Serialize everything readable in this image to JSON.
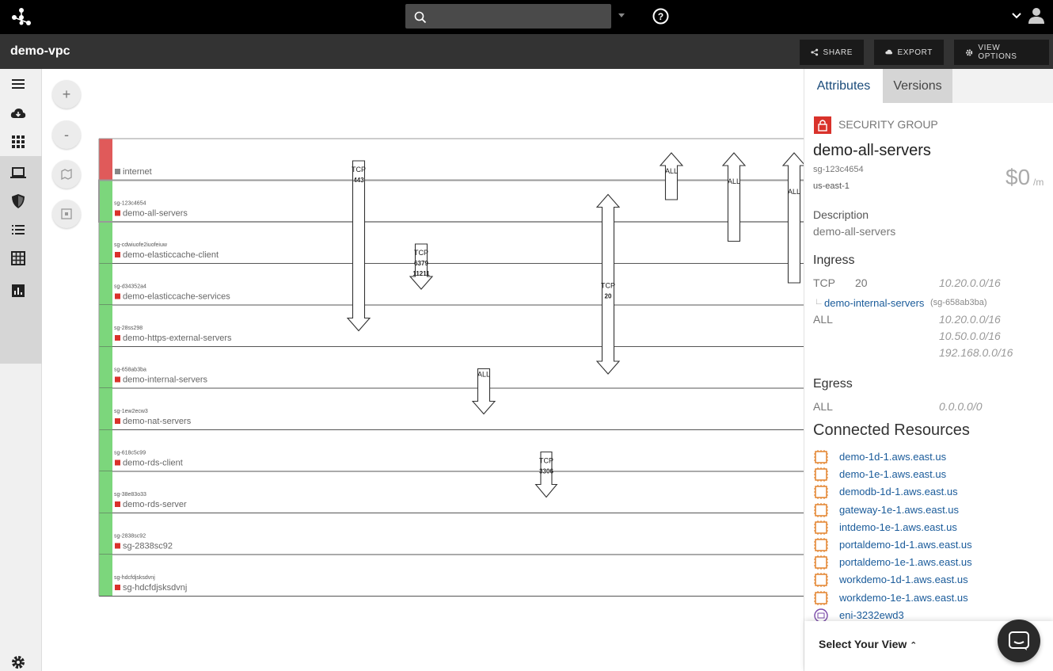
{
  "topbar": {
    "search_placeholder": ""
  },
  "title": "demo-vpc",
  "toolbar": {
    "share": "SHARE",
    "export": "EXPORT",
    "view_options": "VIEW OPTIONS"
  },
  "zoom": {
    "in": "+",
    "out": "-"
  },
  "diagram": {
    "groups": [
      {
        "id": "",
        "name": "internet",
        "status": "red"
      },
      {
        "id": "sg-123c4654",
        "name": "demo-all-servers",
        "status": "green"
      },
      {
        "id": "sg-cdwiuofe2iuofeiuw",
        "name": "demo-elasticcache-client",
        "status": "green"
      },
      {
        "id": "sg-d34352a4",
        "name": "demo-elasticcache-services",
        "status": "green"
      },
      {
        "id": "sg-28ss298",
        "name": "demo-https-external-servers",
        "status": "green"
      },
      {
        "id": "sg-658ab3ba",
        "name": "demo-internal-servers",
        "status": "green"
      },
      {
        "id": "sg-1ew2ecw3",
        "name": "demo-nat-servers",
        "status": "green"
      },
      {
        "id": "sg-618c5c99",
        "name": "demo-rds-client",
        "status": "green"
      },
      {
        "id": "sg-38e83o33",
        "name": "demo-rds-server",
        "status": "green"
      },
      {
        "id": "sg-2838sc92",
        "name": "sg-2838sc92",
        "status": "green"
      },
      {
        "id": "sg-hdcfdjsksdvnj",
        "name": "sg-hdcfdjsksdvnj",
        "status": "green"
      }
    ],
    "flows": [
      {
        "protocol": "TCP",
        "ports": [
          "443"
        ],
        "from": 0,
        "to": 4,
        "dir": "down"
      },
      {
        "protocol": "TCP",
        "ports": [
          "6379",
          "11211"
        ],
        "from": 2,
        "to": 3,
        "dir": "down"
      },
      {
        "protocol": "TCP",
        "ports": [
          "20"
        ],
        "from": 1,
        "to": 5,
        "dir": "both"
      },
      {
        "protocol": "ALL",
        "ports": [],
        "from": 5,
        "to": 6,
        "dir": "down"
      },
      {
        "protocol": "TCP",
        "ports": [
          "3306"
        ],
        "from": 7,
        "to": 8,
        "dir": "down"
      },
      {
        "protocol": "ALL",
        "ports": [],
        "from": 1,
        "to": 0,
        "dir": "up"
      },
      {
        "protocol": "ALL",
        "ports": [],
        "from": 2,
        "to": 0,
        "dir": "up"
      },
      {
        "protocol": "ALL",
        "ports": [],
        "from": 3,
        "to": 0,
        "dir": "up"
      }
    ]
  },
  "panel": {
    "tabs": [
      "Attributes",
      "Versions"
    ],
    "type": "SECURITY GROUP",
    "name": "demo-all-servers",
    "id": "sg-123c4654",
    "region": "us-east-1",
    "cost": "$0",
    "cost_unit": "/m",
    "description_label": "Description",
    "description": "demo-all-servers",
    "ingress_label": "Ingress",
    "ingress": [
      {
        "protocol": "TCP",
        "port": "20",
        "cidrs": [
          "10.20.0.0/16"
        ]
      },
      {
        "protocol": "",
        "port": "",
        "link": "demo-internal-servers",
        "link_id": "(sg-658ab3ba)"
      },
      {
        "protocol": "ALL",
        "port": "",
        "cidrs": [
          "10.20.0.0/16",
          "10.50.0.0/16",
          "192.168.0.0/16"
        ]
      }
    ],
    "egress_label": "Egress",
    "egress": [
      {
        "protocol": "ALL",
        "cidr": "0.0.0.0/0"
      }
    ],
    "connected_label": "Connected Resources",
    "connected": [
      "demo-1d-1.aws.east.us",
      "demo-1e-1.aws.east.us",
      "demodb-1d-1.aws.east.us",
      "gateway-1e-1.aws.east.us",
      "intdemo-1e-1.aws.east.us",
      "portaldemo-1d-1.aws.east.us",
      "portaldemo-1e-1.aws.east.us",
      "workdemo-1d-1.aws.east.us",
      "workdemo-1e-1.aws.east.us",
      "eni-3232ewd3"
    ],
    "select_view": "Select Your View"
  },
  "colors": {
    "accent": "#1a5b9a",
    "danger": "#e05a5a",
    "ok": "#7cd67c",
    "resource_icon": "#e07b1f",
    "eni_icon": "#7a4aa8"
  }
}
